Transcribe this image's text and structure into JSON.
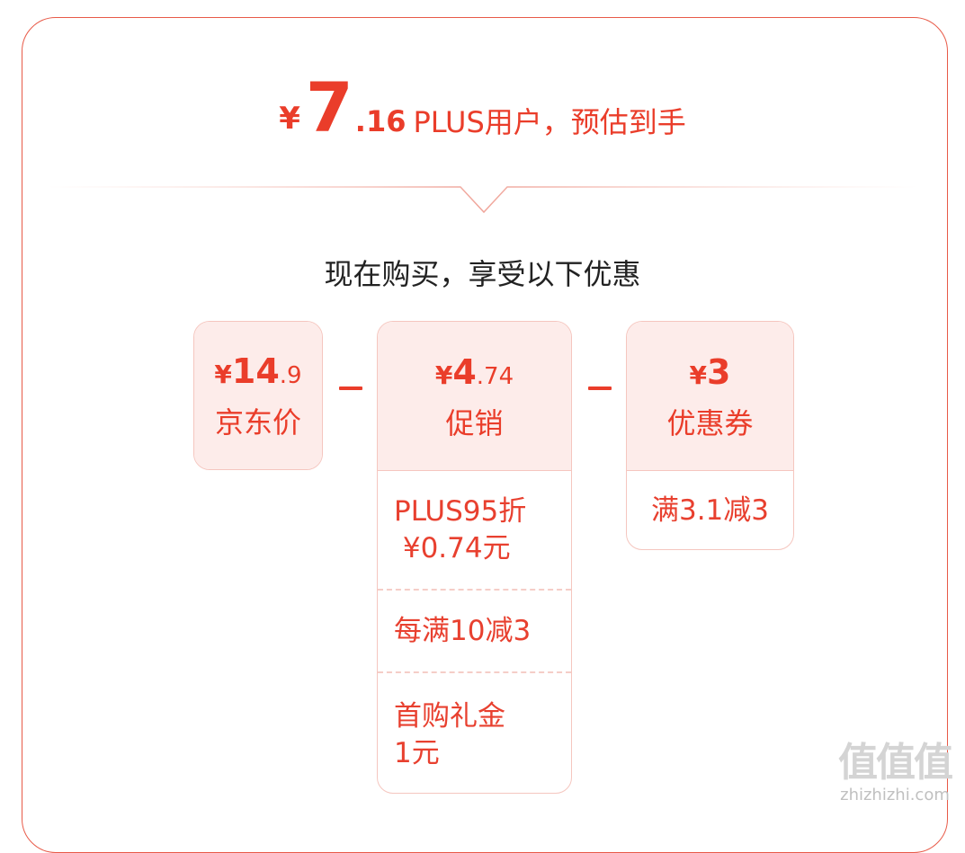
{
  "headline": {
    "currency": "¥",
    "price_int": "7",
    "price_dec": ".16",
    "label": "PLUS用户，预估到手"
  },
  "subtitle": "现在购买，享受以下优惠",
  "boxes": {
    "jd_price": {
      "currency": "¥",
      "int": "14",
      "dec": ".9",
      "name": "京东价"
    },
    "promotion": {
      "currency": "¥",
      "int": "4",
      "dec": ".74",
      "name": "促销",
      "details": [
        "PLUS95折\n ¥0.74元",
        "每满10减3",
        "首购礼金\n1元"
      ]
    },
    "coupon": {
      "currency": "¥",
      "int": "3",
      "dec": "",
      "name": "优惠券",
      "details": [
        "满3.1减3"
      ]
    }
  },
  "watermark": {
    "logo": "值值值",
    "url": "zhizhizhi.com"
  },
  "colors": {
    "accent": "#ea3d2a",
    "light_bg": "#fdecea",
    "border": "#f5c6bf"
  }
}
